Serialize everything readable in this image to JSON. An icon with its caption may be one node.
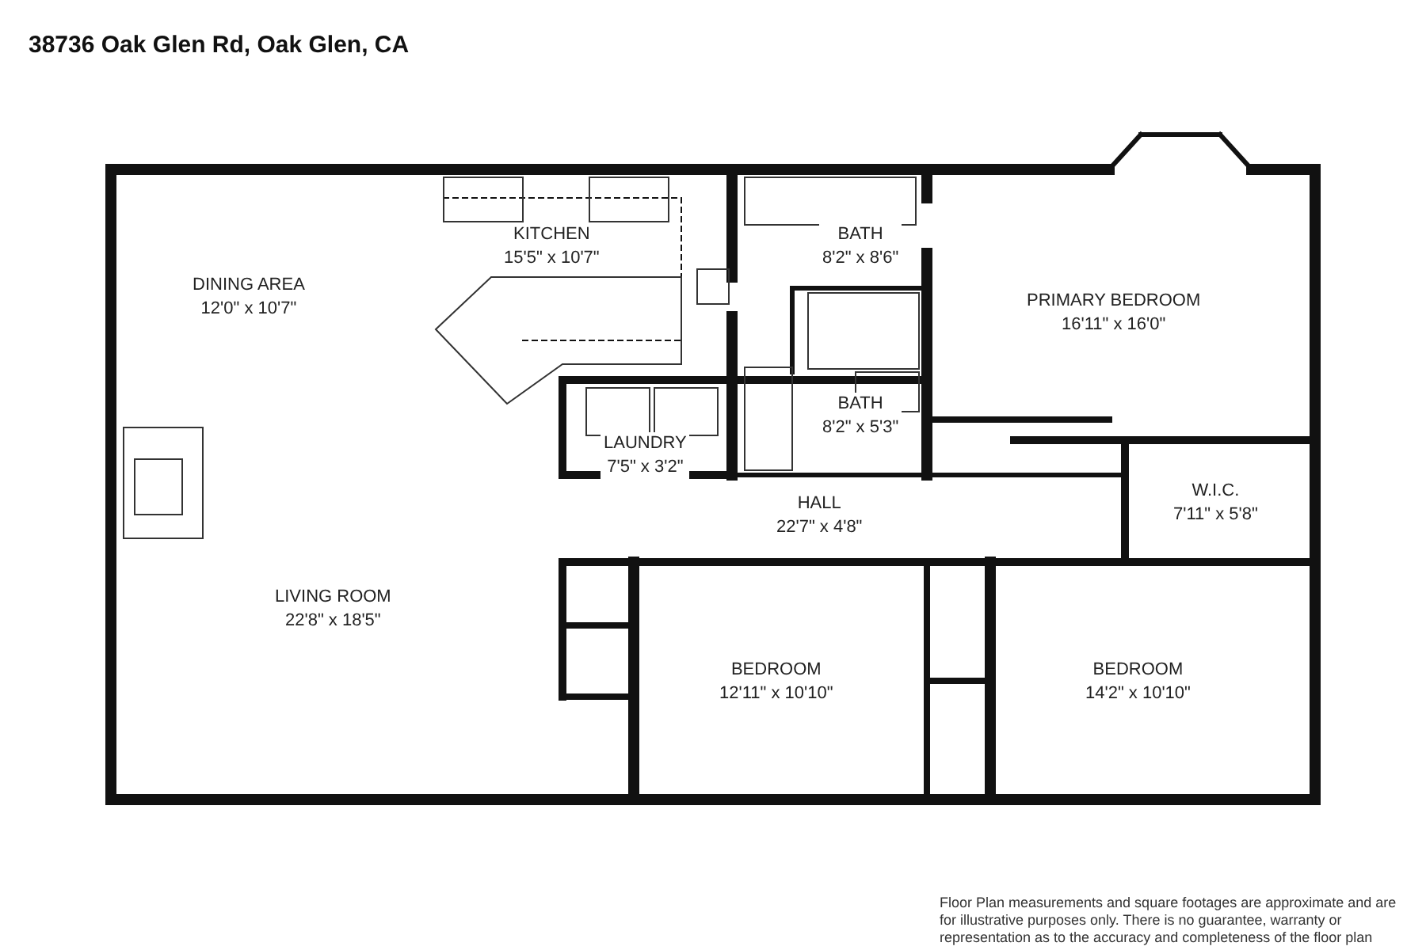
{
  "diagram": {
    "title": "38736 Oak Glen Rd, Oak Glen, CA",
    "nodes": [
      {
        "text": [
          "DINING AREA",
          "12'0\" x 10'7\""
        ]
      },
      {
        "text": [
          "KITCHEN",
          "15'5\" x 10'7\""
        ]
      },
      {
        "text": [
          "BATH",
          "8'2\" x 8'6\""
        ]
      },
      {
        "text": [
          "PRIMARY BEDROOM",
          "16'11\" x 16'0\""
        ]
      },
      {
        "text": [
          "LAUNDRY",
          "7'5\" x 3'2\""
        ]
      },
      {
        "text": [
          "BATH",
          "8'2\" x 5'3\""
        ]
      },
      {
        "text": [
          "HALL",
          "22'7\" x 4'8\""
        ]
      },
      {
        "text": [
          "W.I.C.",
          "7'11\" x 5'8\""
        ]
      },
      {
        "text": [
          "LIVING ROOM",
          "22'8\" x 18'5\""
        ]
      },
      {
        "text": [
          "BEDROOM",
          "12'11\" x 10'10\""
        ]
      },
      {
        "text": [
          "BEDROOM",
          "14'2\" x 10'10\""
        ]
      }
    ],
    "labels": [
      "Floor Plan measurements and square footages are approximate and are for illustrative purposes only. There is no guarantee, warranty or representation as to the accuracy and completeness of the floor plan"
    ]
  }
}
